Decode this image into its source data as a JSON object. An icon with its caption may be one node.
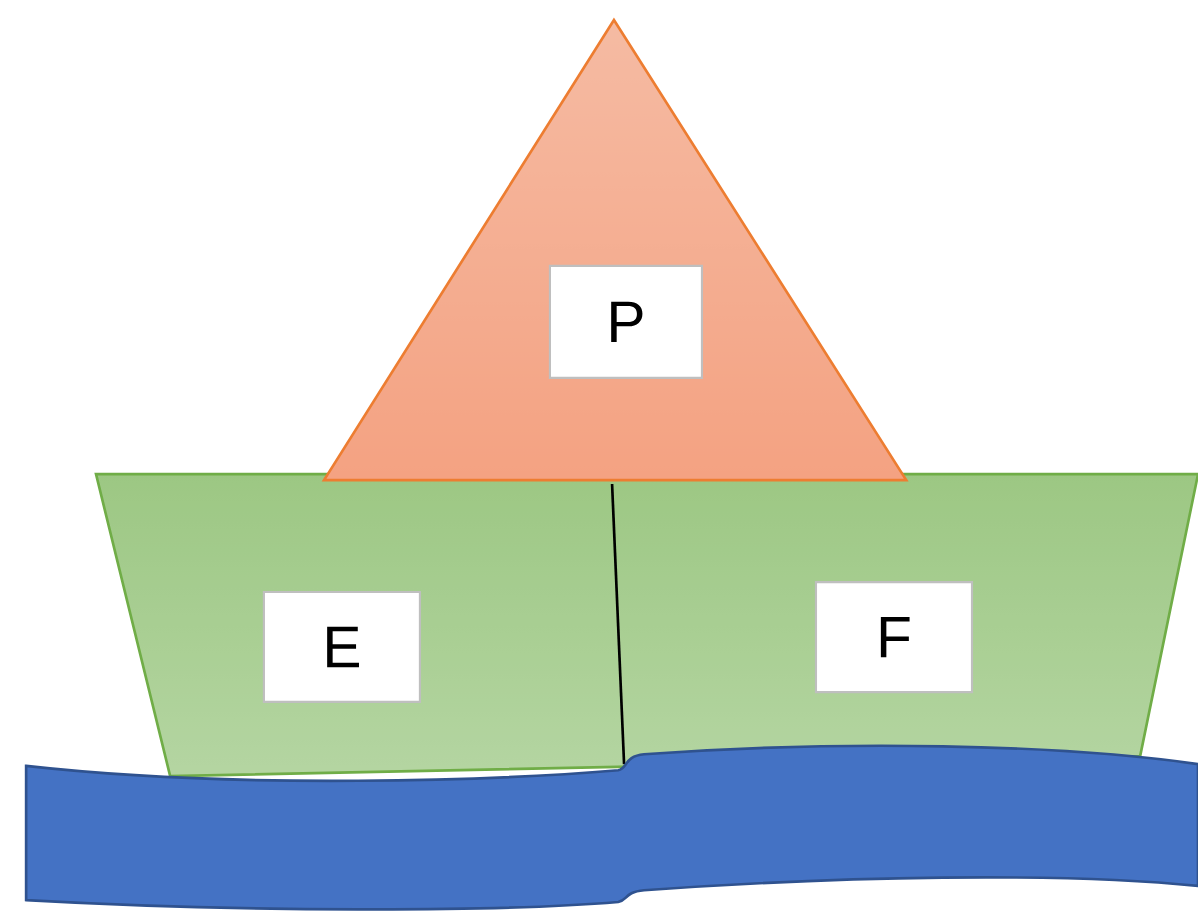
{
  "diagram": {
    "nodes": [
      {
        "text": [],
        "shape": "triangle"
      },
      {
        "text": [
          "P"
        ],
        "in": 0
      },
      {
        "text": [],
        "shape": "trapezoid"
      },
      {
        "text": [
          "E"
        ],
        "in": 2
      },
      {
        "text": [
          "F"
        ],
        "in": 2
      },
      {
        "text": [],
        "shape": "wave"
      }
    ]
  }
}
